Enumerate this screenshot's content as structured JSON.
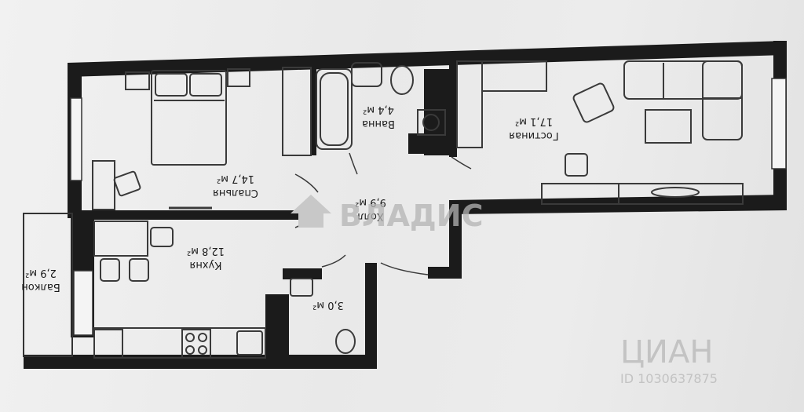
{
  "rooms": [
    {
      "id": "balcony",
      "name": "Балкон",
      "area": "2,9 м²"
    },
    {
      "id": "kitchen",
      "name": "Кухня",
      "area": "12,8 м²"
    },
    {
      "id": "bedroom",
      "name": "Спальня",
      "area": "14,7 м²"
    },
    {
      "id": "hall",
      "name": "Холл",
      "area": "9,9 м²"
    },
    {
      "id": "bathroom",
      "name": "Ванна",
      "area": "4,4 м²"
    },
    {
      "id": "wc",
      "name": "",
      "area": "3,0 м²"
    },
    {
      "id": "living",
      "name": "Гостиная",
      "area": "17,1 м²"
    }
  ],
  "watermarks": {
    "center": "ВЛАДИС",
    "corner": "ЦИАН",
    "corner_id": "ID 1030637875"
  },
  "colors": {
    "wall": "#1b1b1b",
    "paper": "#ececec",
    "furniture": "#3a3a3a"
  }
}
